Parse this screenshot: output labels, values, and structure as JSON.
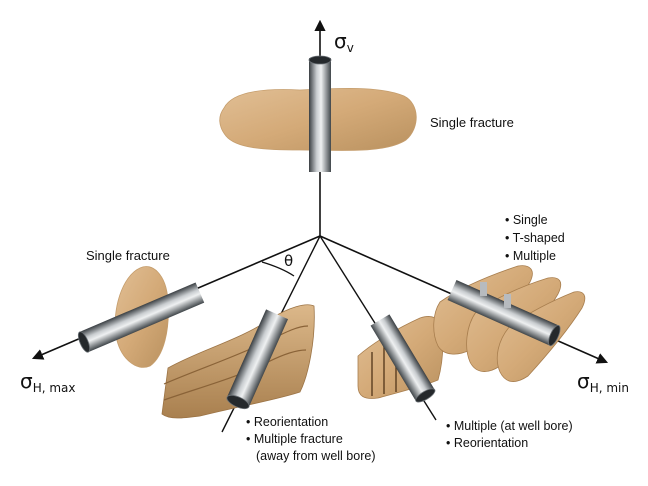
{
  "axes": {
    "vertical_symbol": "σ",
    "vertical_subscript": "v",
    "hmax_symbol": "σ",
    "hmax_subscript": "H, max",
    "hmin_symbol": "σ",
    "hmin_subscript": "H, min",
    "angle_label": "θ"
  },
  "labels": {
    "top_fracture": "Single fracture",
    "left_fracture": "Single fracture",
    "right_group": [
      "• Single",
      "• T-shaped",
      "• Multiple"
    ],
    "mid_left_group": [
      "• Reorientation",
      "• Multiple fracture",
      "(away from well bore)"
    ],
    "mid_right_group": [
      "• Multiple (at well bore)",
      "• Reorientation"
    ]
  },
  "colors": {
    "rock": "#d7b184",
    "rock_dark": "#b88d5c",
    "pipe_light": "#cfd2d5",
    "pipe_dark": "#3f4448",
    "axis": "#111111"
  }
}
